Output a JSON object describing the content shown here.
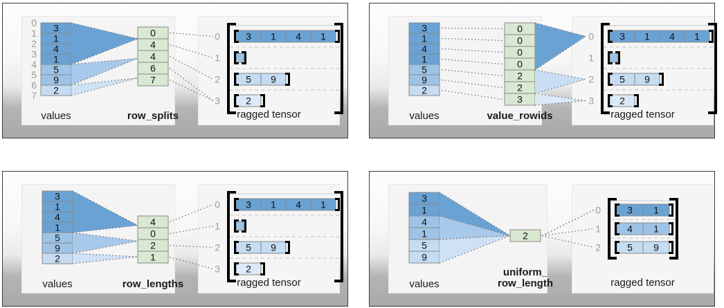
{
  "figure": {
    "title": "",
    "colors": {
      "value_blue_0": "#6aa2d4",
      "value_blue_1": "#9dc3e6",
      "value_blue_2": "#c5dcf2",
      "value_blue_3": "#dbeaf8",
      "rowinfo_green": "#d9e8d0",
      "cell_stroke": "#888888",
      "bracket": "#000000",
      "index_gray": "#9b9b9b",
      "panel_border": "#3a3a3a",
      "dotted_gray": "#6e6e6e",
      "fan_dark": "#6aa2d4",
      "fan_light": "#cfe2f5"
    },
    "labels": {
      "values": "values",
      "ragged_tensor": "ragged tensor"
    }
  },
  "panels": [
    {
      "id": "row-splits",
      "encoding_label": "row_splits",
      "encoding_label_lines": [
        "row_splits"
      ],
      "values": [
        3,
        1,
        4,
        1,
        5,
        9,
        2
      ],
      "value_groups": [
        0,
        0,
        0,
        0,
        1,
        1,
        2
      ],
      "value_index_labels": [
        "0",
        "1",
        "2",
        "3",
        "4",
        "5",
        "6",
        "7"
      ],
      "show_value_index_labels": true,
      "encoding_values": [
        0,
        4,
        4,
        6,
        7
      ],
      "encoding_index_labels": [],
      "ragged_rows": [
        {
          "index": "0",
          "cells": [
            3,
            1,
            4,
            1
          ],
          "group": 0
        },
        {
          "index": "1",
          "cells": [],
          "group": 1
        },
        {
          "index": "2",
          "cells": [
            5,
            9
          ],
          "group": 2
        },
        {
          "index": "3",
          "cells": [
            2
          ],
          "group": 3
        }
      ],
      "fan_direction": "values-to-encoding",
      "values_dotted_to_encoding": false
    },
    {
      "id": "value-rowids",
      "encoding_label": "value_rowids",
      "encoding_label_lines": [
        "value_rowids"
      ],
      "values": [
        3,
        1,
        4,
        1,
        5,
        9,
        2
      ],
      "value_groups": [
        0,
        0,
        0,
        0,
        1,
        1,
        2
      ],
      "value_index_labels": [],
      "show_value_index_labels": false,
      "encoding_values": [
        0,
        0,
        0,
        0,
        2,
        2,
        3
      ],
      "encoding_index_labels": [],
      "ragged_rows": [
        {
          "index": "0",
          "cells": [
            3,
            1,
            4,
            1
          ],
          "group": 0
        },
        {
          "index": "1",
          "cells": [],
          "group": 1
        },
        {
          "index": "2",
          "cells": [
            5,
            9
          ],
          "group": 2
        },
        {
          "index": "3",
          "cells": [
            2
          ],
          "group": 3
        }
      ],
      "fan_direction": "encoding-to-ragged",
      "values_dotted_to_encoding": true
    },
    {
      "id": "row-lengths",
      "encoding_label": "row_lengths",
      "encoding_label_lines": [
        "row_lengths"
      ],
      "values": [
        3,
        1,
        4,
        1,
        5,
        9,
        2
      ],
      "value_groups": [
        0,
        0,
        0,
        0,
        1,
        1,
        2
      ],
      "value_index_labels": [],
      "show_value_index_labels": false,
      "encoding_values": [
        4,
        0,
        2,
        1
      ],
      "encoding_index_labels": [],
      "ragged_rows": [
        {
          "index": "0",
          "cells": [
            3,
            1,
            4,
            1
          ],
          "group": 0
        },
        {
          "index": "1",
          "cells": [],
          "group": 1
        },
        {
          "index": "2",
          "cells": [
            5,
            9
          ],
          "group": 2
        },
        {
          "index": "3",
          "cells": [
            2
          ],
          "group": 3
        }
      ],
      "fan_direction": "values-to-encoding",
      "values_dotted_to_encoding": false
    },
    {
      "id": "uniform-row-length",
      "encoding_label": "uniform_ row_length",
      "encoding_label_lines": [
        "uniform_",
        "row_length"
      ],
      "values": [
        3,
        1,
        4,
        1,
        5,
        9
      ],
      "value_groups": [
        0,
        0,
        1,
        1,
        2,
        2
      ],
      "value_index_labels": [],
      "show_value_index_labels": false,
      "encoding_values": [
        2
      ],
      "encoding_index_labels": [],
      "ragged_rows": [
        {
          "index": "0",
          "cells": [
            3,
            1
          ],
          "group": 0
        },
        {
          "index": "1",
          "cells": [
            4,
            1
          ],
          "group": 1
        },
        {
          "index": "2",
          "cells": [
            5,
            9
          ],
          "group": 2
        }
      ],
      "fan_direction": "values-to-encoding",
      "values_dotted_to_encoding": false
    }
  ],
  "chart_data": {
    "type": "diagram",
    "title": "Ragged tensor encodings",
    "subplots": [
      {
        "name": "row_splits",
        "values": [
          3,
          1,
          4,
          1,
          5,
          9,
          2
        ],
        "encoding": [
          0,
          4,
          4,
          6,
          7
        ],
        "rows": [
          [
            3,
            1,
            4,
            1
          ],
          [],
          [
            5,
            9
          ],
          [
            2
          ]
        ]
      },
      {
        "name": "value_rowids",
        "values": [
          3,
          1,
          4,
          1,
          5,
          9,
          2
        ],
        "encoding": [
          0,
          0,
          0,
          0,
          2,
          2,
          3
        ],
        "rows": [
          [
            3,
            1,
            4,
            1
          ],
          [],
          [
            5,
            9
          ],
          [
            2
          ]
        ]
      },
      {
        "name": "row_lengths",
        "values": [
          3,
          1,
          4,
          1,
          5,
          9,
          2
        ],
        "encoding": [
          4,
          0,
          2,
          1
        ],
        "rows": [
          [
            3,
            1,
            4,
            1
          ],
          [],
          [
            5,
            9
          ],
          [
            2
          ]
        ]
      },
      {
        "name": "uniform_row_length",
        "values": [
          3,
          1,
          4,
          1,
          5,
          9
        ],
        "encoding": [
          2
        ],
        "rows": [
          [
            3,
            1
          ],
          [
            4,
            1
          ],
          [
            5,
            9
          ]
        ]
      }
    ]
  }
}
